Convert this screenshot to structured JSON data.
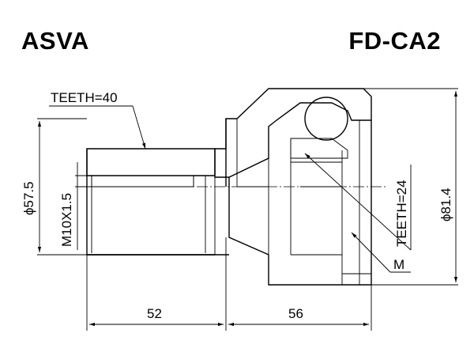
{
  "header": {
    "brand": "ASVA",
    "part_number": "FD-CA2"
  },
  "labels": {
    "teeth_outer": "TEETH=40",
    "teeth_inner": "TEETH=24",
    "thread": "M10X1.5",
    "diameter_left": "ϕ57.5",
    "diameter_right": "ϕ81.4",
    "marker": "M",
    "length_left": "52",
    "length_right": "56"
  }
}
